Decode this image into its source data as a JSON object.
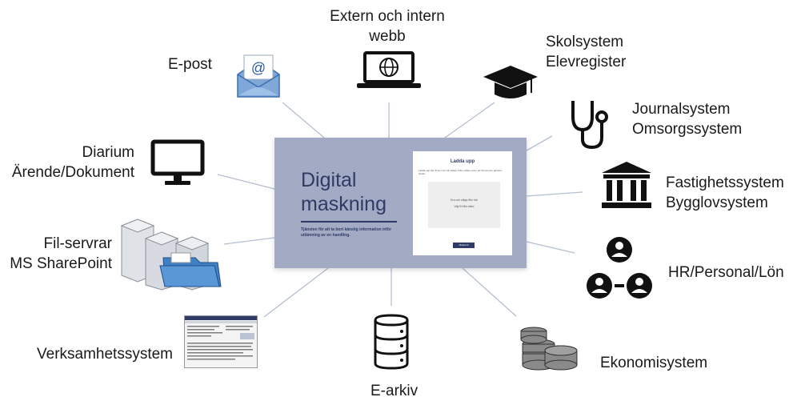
{
  "center": {
    "title_line1": "Digital",
    "title_line2": "maskning",
    "description": "Tjänsten för att ta bort känslig information inför utlämning av en handling.",
    "card": {
      "heading": "Ladda upp",
      "text": "Ladda upp den fil som du vill maska. Filen måste vara i ett format som tjänsten stöder.",
      "drop_line1": "Dra och släpp filer här",
      "drop_line2": "Välj fil från dator",
      "button": "Maska fil"
    }
  },
  "nodes": {
    "epost": "E-post",
    "web_line1": "Extern och intern",
    "web_line2": "webb",
    "skol_line1": "Skolsystem",
    "skol_line2": "Elevregister",
    "journal_line1": "Journalsystem",
    "journal_line2": "Omsorgssystem",
    "fastighet_line1": "Fastighetssystem",
    "fastighet_line2": "Bygglovsystem",
    "hr": "HR/Personal/Lön",
    "ekonomi": "Ekonomisystem",
    "earkiv": "E-arkiv",
    "verksamhet": "Verksamhetssystem",
    "fil_line1": "Fil-servrar",
    "fil_line2": "MS SharePoint",
    "diarium_line1": "Diarium",
    "diarium_line2": "Ärende/Dokument"
  },
  "colors": {
    "panel": "#a3abc4",
    "panel_text": "#2f3b66",
    "connector": "#b4bfd1"
  }
}
